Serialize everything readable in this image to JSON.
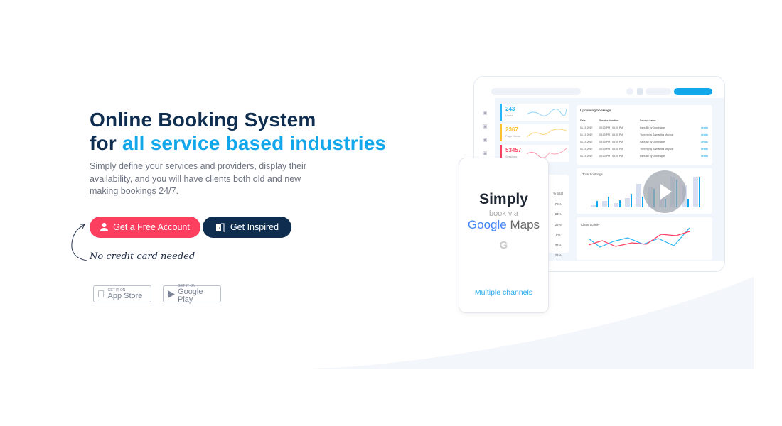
{
  "hero": {
    "title_line1": "Online Booking System",
    "title_for": "for",
    "title_accent": "all service based industries",
    "description": "Simply define your services and providers, display their availability, and you will have clients both old and new making bookings 24/7.",
    "primary_button": "Get a Free Account",
    "secondary_button": "Get Inspired",
    "note": "No credit card needed"
  },
  "stores": {
    "apple_small": "GET IT ON",
    "apple": "App Store",
    "google_small": "GET IT ON",
    "google": "Google Play"
  },
  "dashboard": {
    "stats": [
      {
        "value": "243",
        "label": "Users",
        "color": "#29b6f6"
      },
      {
        "value": "2367",
        "label": "Page Views",
        "color": "#fbc02d"
      },
      {
        "value": "53457",
        "label": "Sessions",
        "color": "#fc3f5f"
      }
    ],
    "upcoming_title": "Upcoming bookings",
    "columns": [
      "Date",
      "Service duration",
      "Service name"
    ],
    "rows": [
      [
        "01.19.2017",
        "03:00 PM - 05:00 PM",
        "Kara 3D by Dominique",
        "details"
      ],
      [
        "01.19.2017",
        "03:00 PM - 05:00 PM",
        "Training by Samantha Mayson",
        "details"
      ],
      [
        "01.19.2017",
        "03:00 PM - 05:00 PM",
        "Kara 3D by Dominique",
        "details"
      ],
      [
        "01.19.2017",
        "03:00 PM - 05:00 PM",
        "Training by Samantha Mayson",
        "details"
      ],
      [
        "01.19.2017",
        "03:00 PM - 05:00 PM",
        "Kara 3D by Dominique",
        "details"
      ]
    ],
    "total_title": "Total bookings",
    "activity_title": "Client activity",
    "total_label": "% total",
    "percents": [
      "76%",
      "24%",
      "22%",
      "9%",
      "31%",
      "21%"
    ]
  },
  "phone": {
    "simply": "Simply",
    "via": "book via",
    "google": "Google",
    "maps": "Maps",
    "channels": "Multiple channels"
  },
  "colors": {
    "navy": "#0f2d4f",
    "accent": "#12a7ea",
    "red": "#fc3f5f"
  }
}
